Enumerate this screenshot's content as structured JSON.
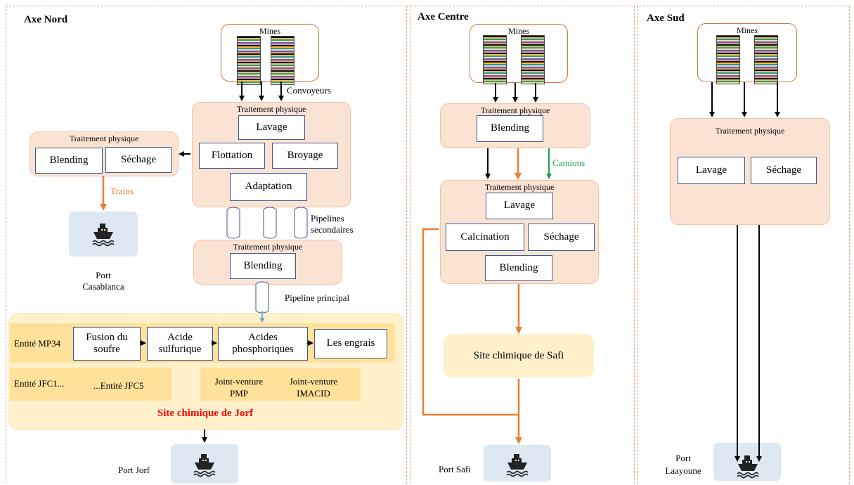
{
  "axes": {
    "nord": "Axe Nord",
    "centre": "Axe Centre",
    "sud": "Axe Sud"
  },
  "labels": {
    "mines": "Mines",
    "traitement_physique": "Traitement  physique",
    "convoyeurs": "Convoyeurs",
    "trains": "Trains",
    "camions": "Camions",
    "pipelines_secondaires_1": "Pipelines",
    "pipelines_secondaires_2": "secondaires",
    "pipeline_principal": "Pipeline  principal"
  },
  "process": {
    "lavage": "Lavage",
    "flottation": "Flottation",
    "broyage": "Broyage",
    "adaptation": "Adaptation",
    "blending": "Blending",
    "sechage": "Séchage",
    "calcination": "Calcination"
  },
  "jorf": {
    "entite_mp34": "Entité  MP34",
    "fusion_1": "Fusion du",
    "fusion_2": "soufre",
    "acide_1": "Acide",
    "acide_2": "sulfurique",
    "acides_1": "Acides",
    "acides_2": "phosphoriques",
    "engrais": "Les engrais",
    "entite_jfc1": "Entité  JFC1...",
    "entite_jfc5": "...Entité  JFC5",
    "jv_pmp_1": "Joint-venture",
    "jv_pmp_2": "PMP",
    "jv_imacid_1": "Joint-venture",
    "jv_imacid_2": "IMACID",
    "site": "Site chimique de Jorf"
  },
  "safi_site": "Site chimique  de  Safi",
  "ports": {
    "casablanca_1": "Port",
    "casablanca_2": "Casablanca",
    "jorf": "Port Jorf",
    "safi": "Port Safi",
    "laayoune_1": "Port",
    "laayoune_2": "Laayoune"
  },
  "colors": {
    "orange_arrow": "#ed7d31",
    "green_label": "#1e9e4a",
    "red_title": "#ff0000",
    "pipe_arrow": "#6a9fd4"
  }
}
